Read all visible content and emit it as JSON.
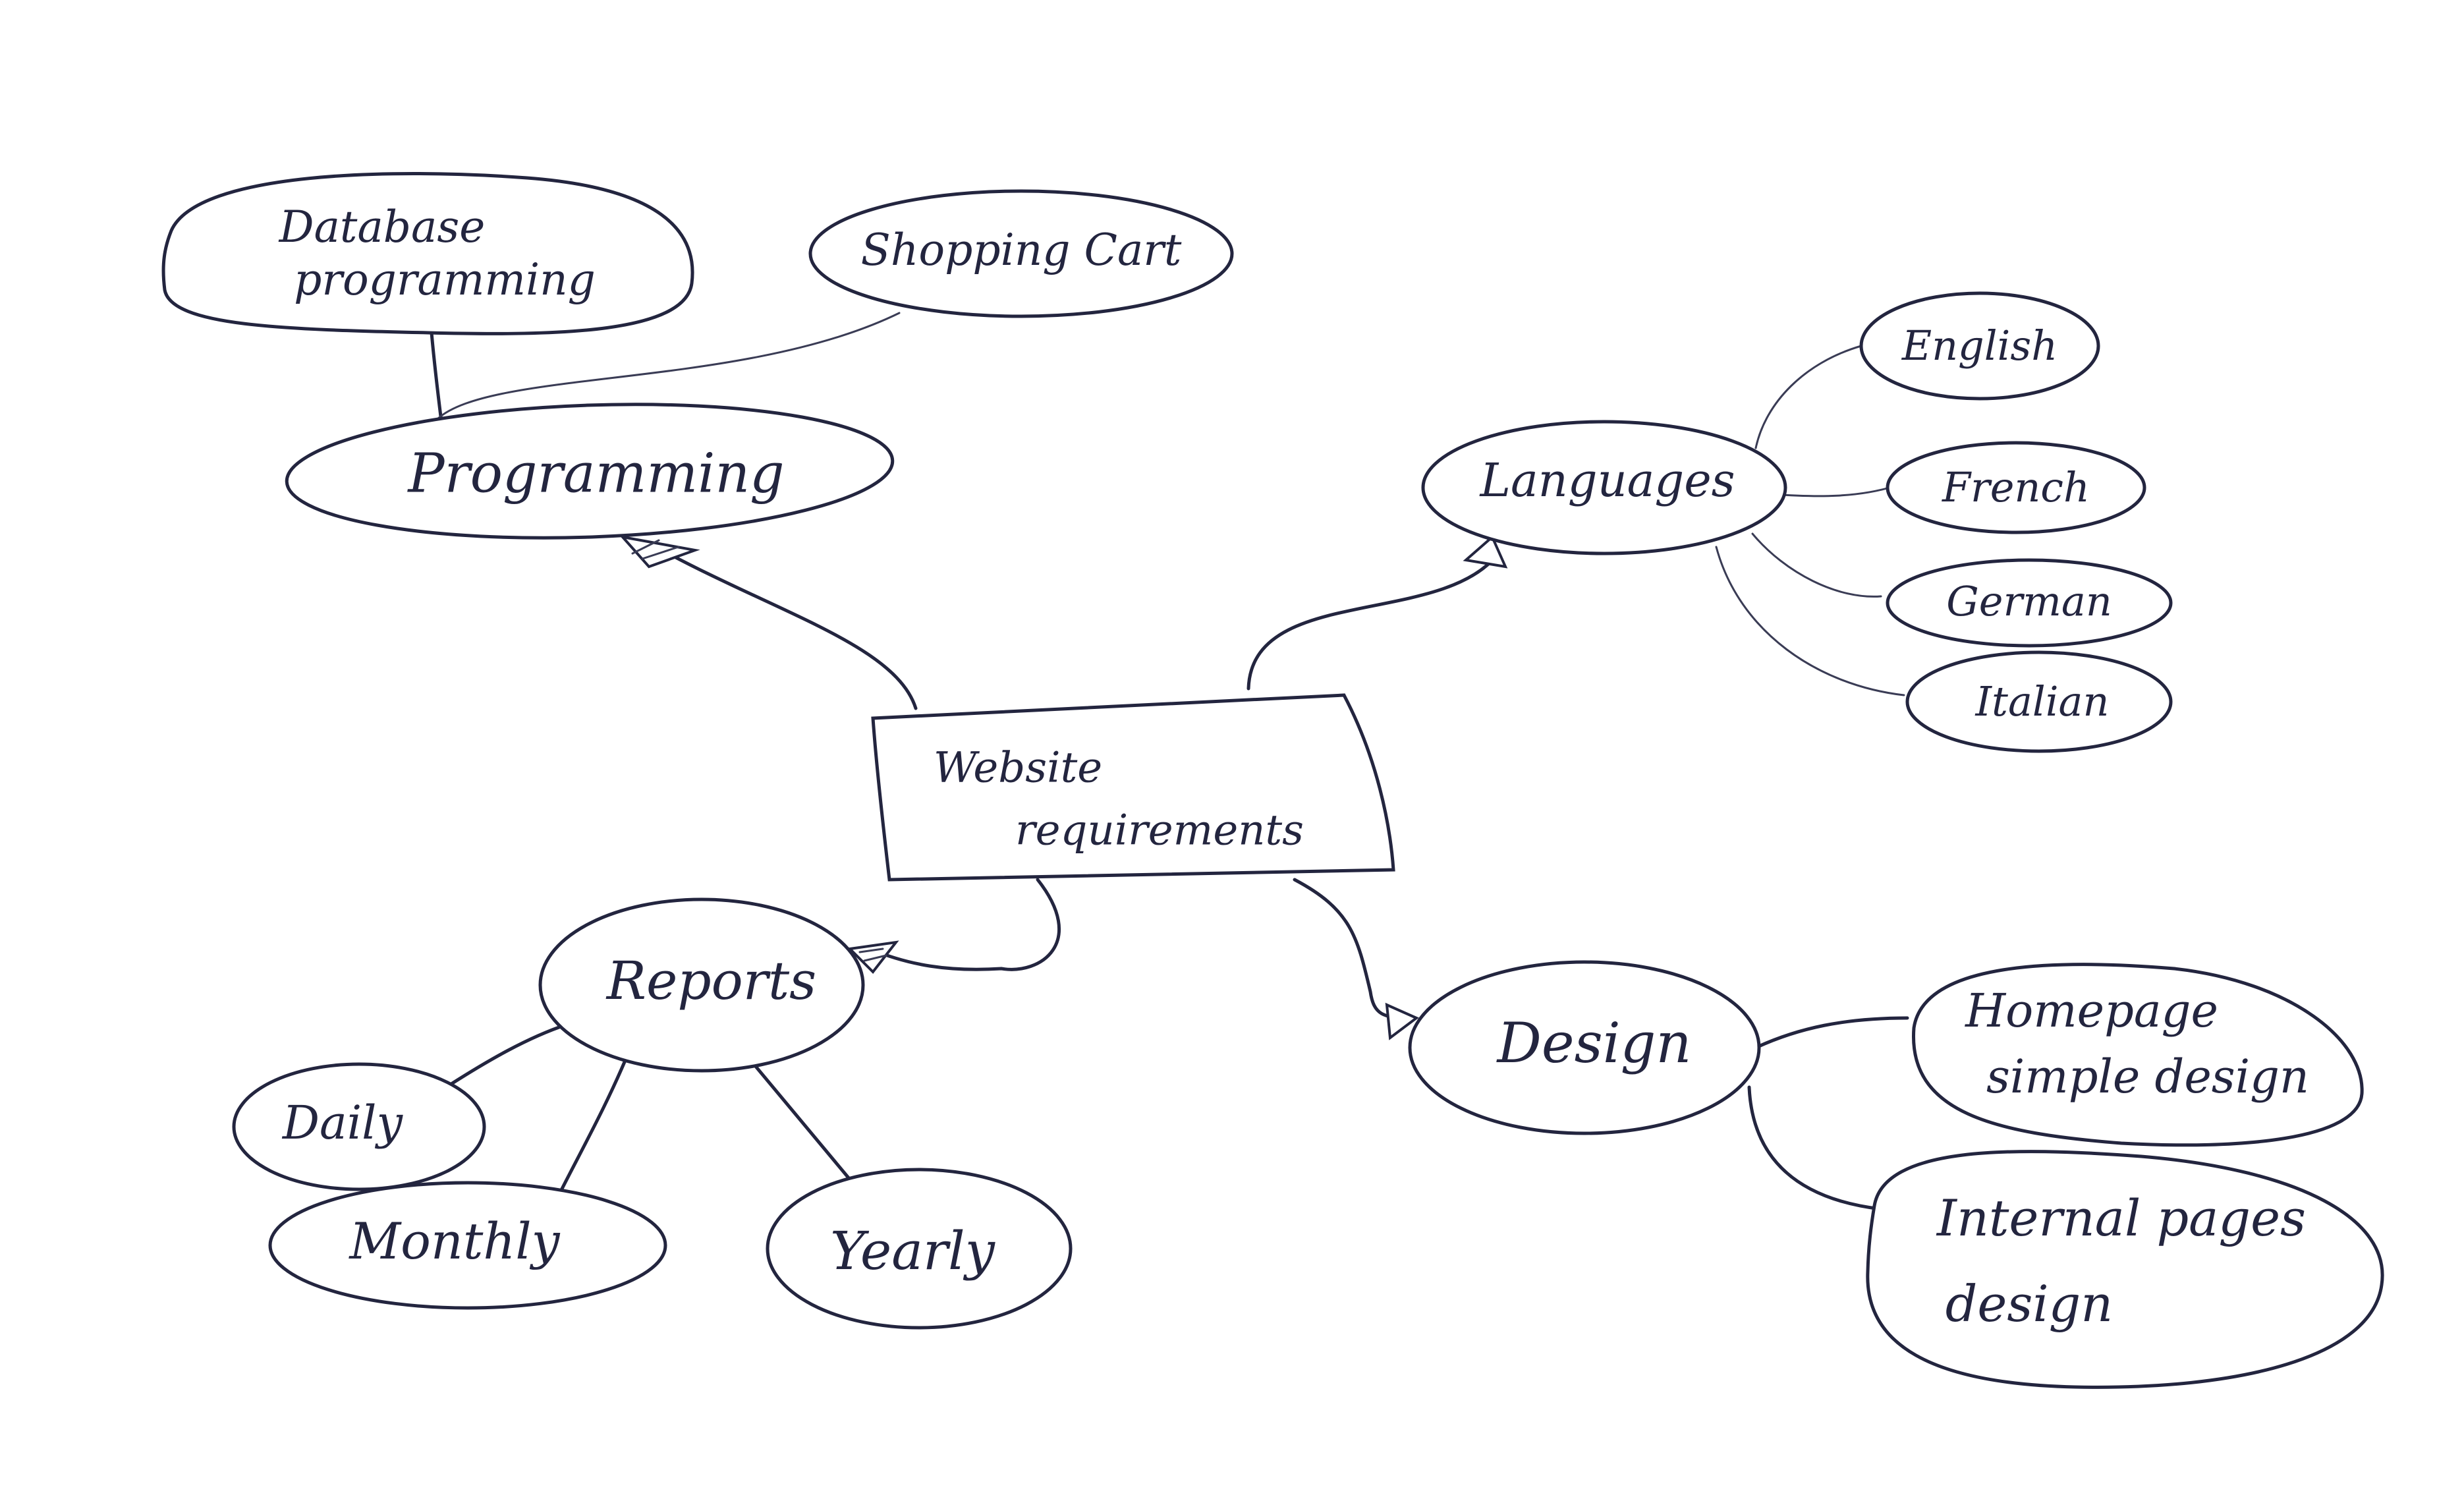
{
  "diagram": {
    "type": "mind-map",
    "ink_color": "#23253f",
    "background": "#ffffff",
    "central": {
      "lines": [
        "Website",
        "requirements"
      ]
    },
    "branches": {
      "programming": {
        "label": "Programming",
        "children": {
          "database": [
            "Database",
            "programming"
          ],
          "shopping_cart": [
            "Shopping Cart"
          ]
        }
      },
      "languages": {
        "label": "Languages",
        "children": {
          "english": [
            "English"
          ],
          "french": [
            "French"
          ],
          "german": [
            "German"
          ],
          "italian": [
            "Italian"
          ]
        }
      },
      "reports": {
        "label": "Reports",
        "children": {
          "daily": [
            "Daily"
          ],
          "monthly": [
            "Monthly"
          ],
          "yearly": [
            "Yearly"
          ]
        }
      },
      "design": {
        "label": "Design",
        "children": {
          "homepage": [
            "Homepage",
            "simple design"
          ],
          "internal": [
            "Internal pages",
            "design"
          ]
        }
      }
    }
  }
}
